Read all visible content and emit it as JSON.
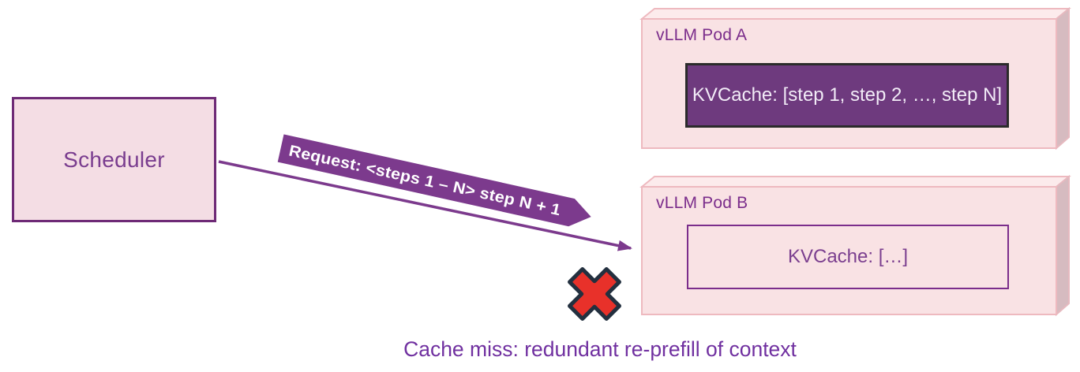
{
  "scheduler": {
    "label": "Scheduler"
  },
  "arrow": {
    "banner_label": "Request: <steps 1 – N> step N + 1"
  },
  "pods": {
    "a": {
      "title": "vLLM Pod A",
      "kvcache_label": "KVCache: [step 1, step 2, …, step N]"
    },
    "b": {
      "title": "vLLM Pod B",
      "kvcache_label": "KVCache: […]"
    }
  },
  "caption": {
    "text": "Cache miss: redundant re-prefill of context"
  },
  "colors": {
    "pod_front_fill": "#f9e2e4",
    "pod_top_fill": "#fcebec",
    "pod_side_fill": "#d6bbc0",
    "pod_edge": "#eeb9bf",
    "scheduler_fill": "#f4dde4",
    "scheduler_border": "#6e2a76",
    "arrow_purple": "#7c3a8d",
    "kvcache_a_fill": "#6e3a7e",
    "kvcache_a_border": "#2b2b2b",
    "kvcache_a_text": "#f2ecf7",
    "label_purple": "#7b2d8b",
    "caption_purple": "#7030a0",
    "error_red": "#e8312a",
    "error_outline": "#23303f"
  }
}
